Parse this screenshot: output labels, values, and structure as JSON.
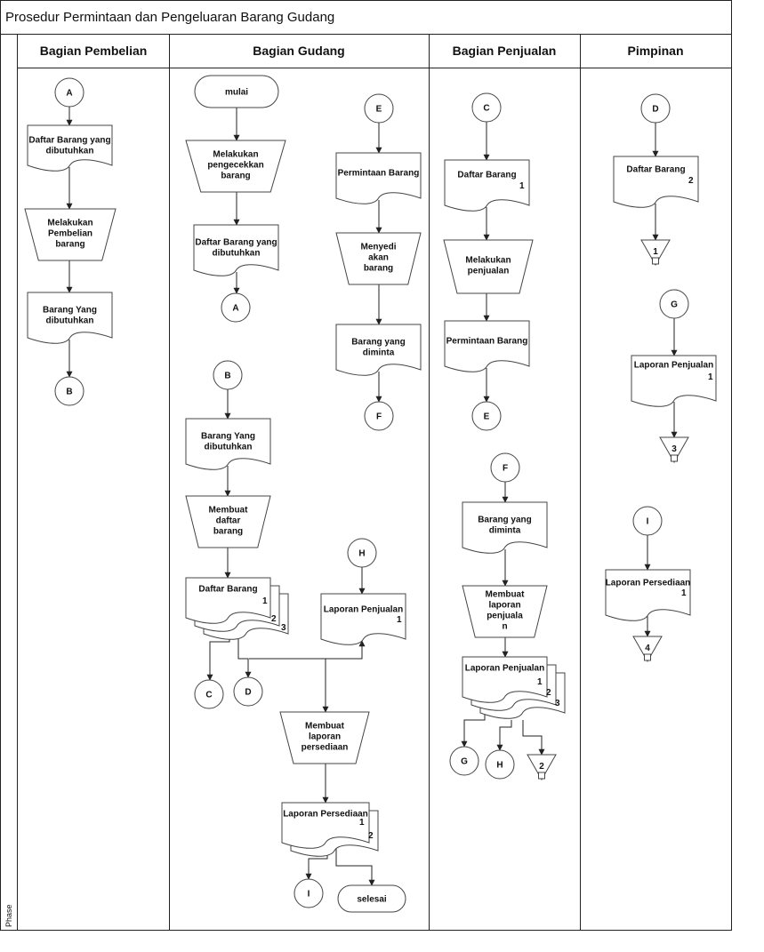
{
  "title": "Prosedur Permintaan dan Pengeluaran Barang Gudang",
  "phase_label": "Phase",
  "lanes": {
    "pembelian": "Bagian Pembelian",
    "gudang": "Bagian Gudang",
    "penjualan": "Bagian Penjualan",
    "pimpinan": "Pimpinan"
  },
  "nodes": {
    "p_con_a": "A",
    "p_doc_daftar": "Daftar Barang yang\ndibutuhkan",
    "p_man_beli": "Melakukan\nPembelian\nbarang",
    "p_doc_barang": "Barang Yang\ndibutuhkan",
    "p_con_b": "B",
    "g_start": "mulai",
    "g_man_cek": "Melakukan\npengecekkan\nbarang",
    "g_doc_daftar": "Daftar Barang yang\ndibutuhkan",
    "g_con_a": "A",
    "g_con_e": "E",
    "g_doc_permintaan": "Permintaan Barang",
    "g_man_sedia": "Menyedi\nakan\nbarang",
    "g_doc_diminta": "Barang yang\ndiminta",
    "g_con_f": "F",
    "g_con_b": "B",
    "g_doc_barang": "Barang Yang\ndibutuhkan",
    "g_man_buat": "Membuat\ndaftar\nbarang",
    "g_mdoc_daftar": "Daftar Barang",
    "g_con_c": "C",
    "g_con_d": "D",
    "g_con_h": "H",
    "g_doc_lapjual": "Laporan Penjualan",
    "g_man_persediaan": "Membuat\nlaporan\npersediaan",
    "g_mdoc_persediaan": "Laporan Persediaan",
    "g_con_i": "I",
    "g_end": "selesai",
    "s_con_c": "C",
    "s_doc_daftar": "Daftar Barang",
    "s_man_jual": "Melakukan\npenjualan",
    "s_doc_permintaan": "Permintaan Barang",
    "s_con_e": "E",
    "s_con_f": "F",
    "s_doc_diminta": "Barang yang\ndiminta",
    "s_man_lap": "Membuat\nlaporan\npenjuala\nn",
    "s_mdoc_lap": "Laporan Penjualan",
    "s_con_g": "G",
    "s_con_h": "H",
    "m_con_d": "D",
    "m_doc_daftar": "Daftar Barang",
    "m_con_g": "G",
    "m_doc_lapjual": "Laporan Penjualan",
    "m_con_i": "I",
    "m_doc_persediaan": "Laporan Persediaan"
  },
  "copy_numbers": {
    "g_mdoc_daftar": [
      "1",
      "2",
      "3"
    ],
    "g_doc_lapjual": [
      "1"
    ],
    "g_mdoc_persediaan": [
      "1",
      "2"
    ],
    "s_doc_daftar": [
      "1"
    ],
    "s_mdoc_lap": [
      "1",
      "2",
      "3"
    ],
    "m_doc_daftar": [
      "2"
    ],
    "m_doc_lapjual": [
      "1"
    ],
    "m_doc_persediaan": [
      "1"
    ]
  },
  "archive_labels": {
    "s_arch": "2",
    "m_arch_1": "1",
    "m_arch_3": "3",
    "m_arch_4": "4"
  }
}
